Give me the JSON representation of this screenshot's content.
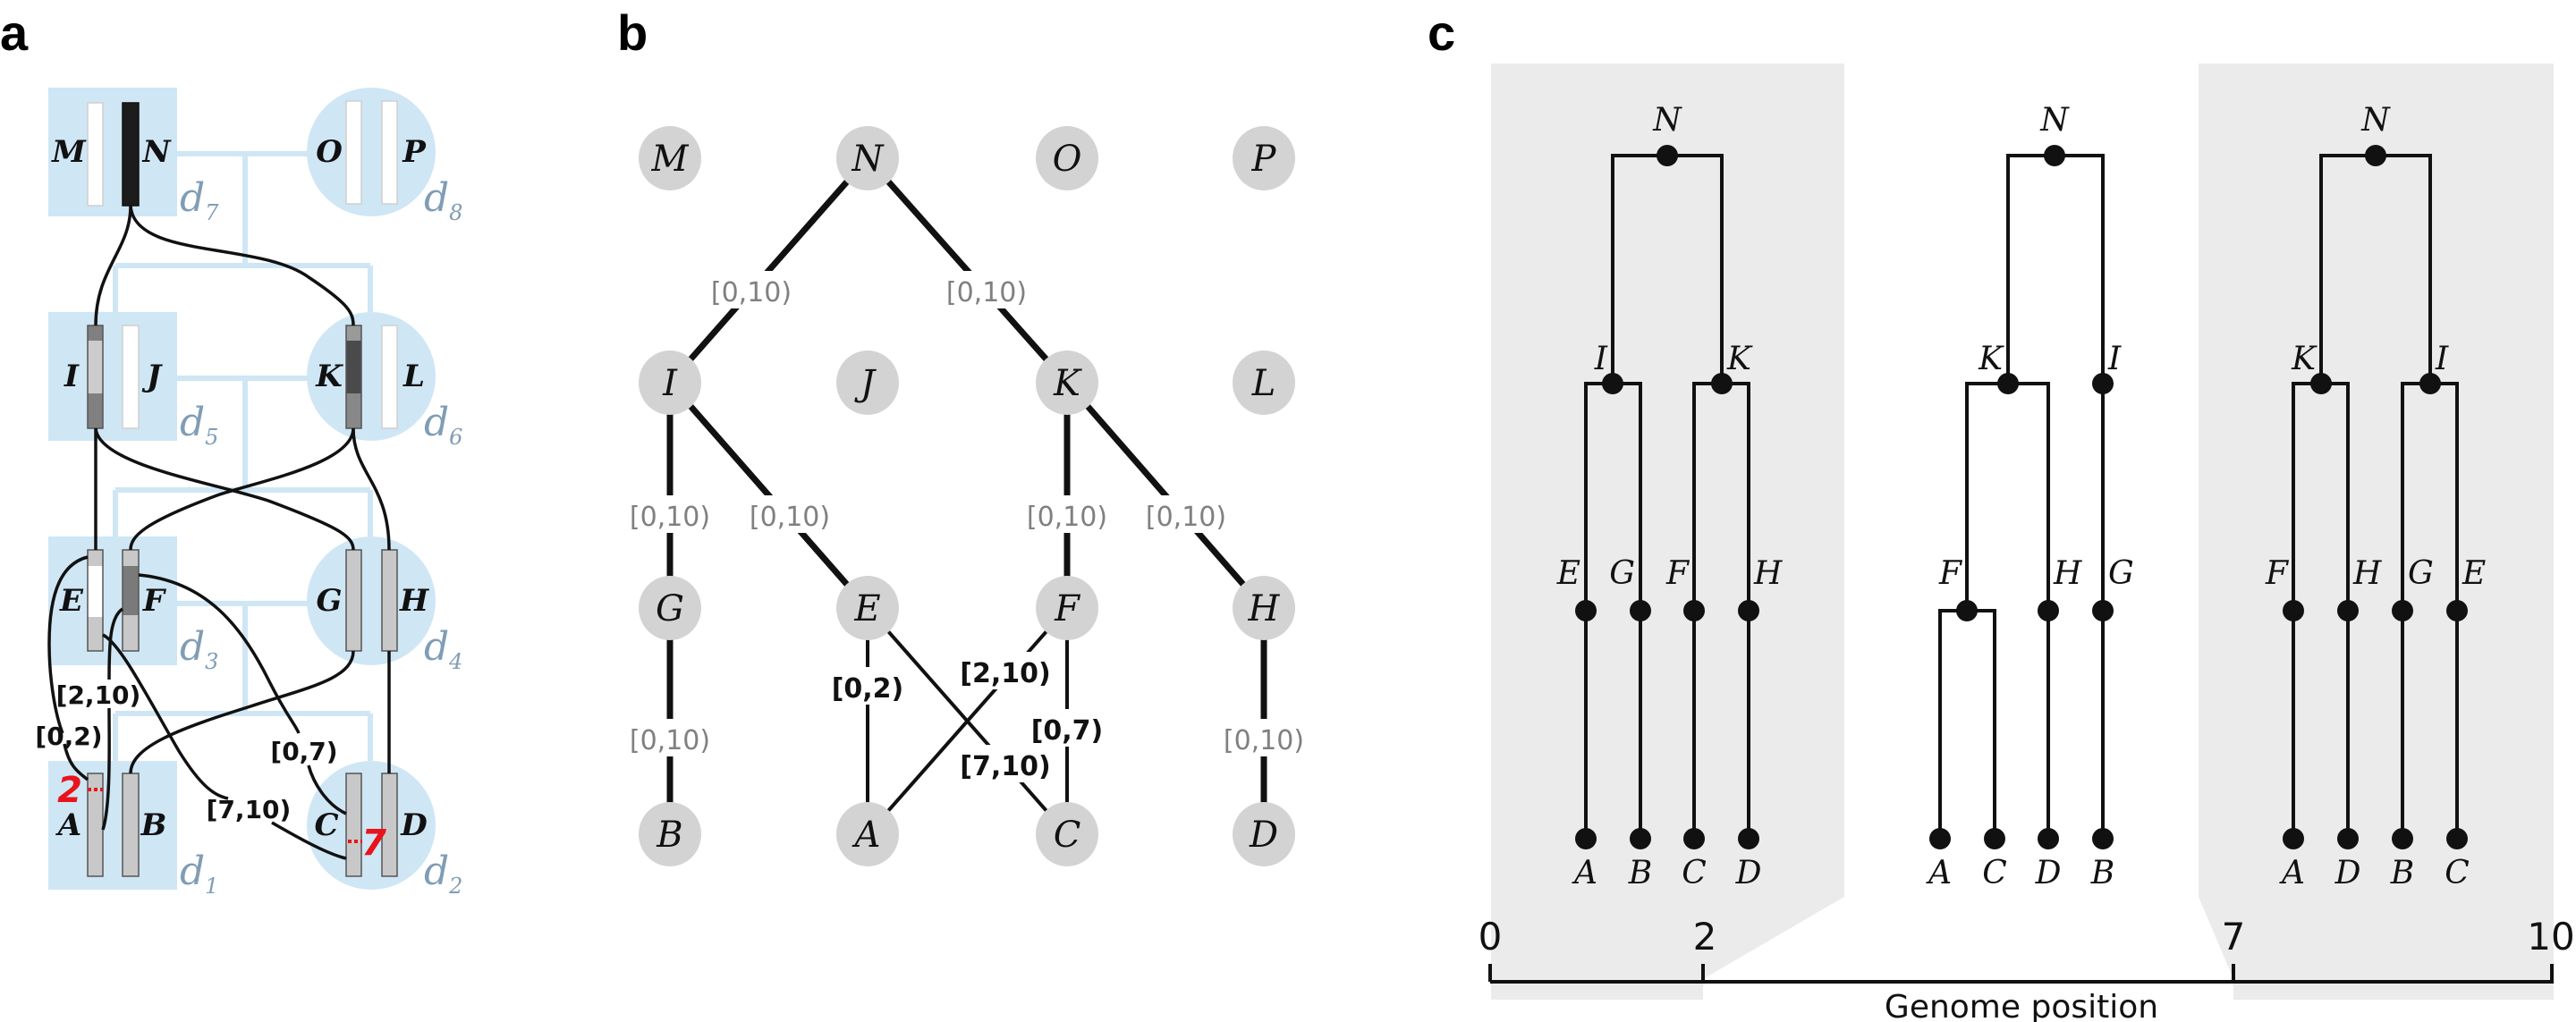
{
  "panels": {
    "a": {
      "label": "a",
      "demes": [
        {
          "id": "d7",
          "name": "d",
          "sub": "7",
          "shape": "square",
          "individuals": [
            "M",
            "N"
          ]
        },
        {
          "id": "d8",
          "name": "d",
          "sub": "8",
          "shape": "circle",
          "individuals": [
            "O",
            "P"
          ]
        },
        {
          "id": "d5",
          "name": "d",
          "sub": "5",
          "shape": "square",
          "individuals": [
            "I",
            "J"
          ]
        },
        {
          "id": "d6",
          "name": "d",
          "sub": "6",
          "shape": "circle",
          "individuals": [
            "K",
            "L"
          ]
        },
        {
          "id": "d3",
          "name": "d",
          "sub": "3",
          "shape": "square",
          "individuals": [
            "E",
            "F"
          ]
        },
        {
          "id": "d4",
          "name": "d",
          "sub": "4",
          "shape": "circle",
          "individuals": [
            "G",
            "H"
          ]
        },
        {
          "id": "d1",
          "name": "d",
          "sub": "1",
          "shape": "square",
          "individuals": [
            "A",
            "B"
          ]
        },
        {
          "id": "d2",
          "name": "d",
          "sub": "2",
          "shape": "circle",
          "individuals": [
            "C",
            "D"
          ]
        }
      ],
      "nodes": [
        "M",
        "N",
        "O",
        "P",
        "I",
        "J",
        "K",
        "L",
        "E",
        "F",
        "G",
        "H",
        "A",
        "B",
        "C",
        "D"
      ],
      "edge_labels": [
        "[2,10)",
        "[0,2)",
        "[0,7)",
        "[7,10)"
      ],
      "breakpoints": [
        "2",
        "7"
      ],
      "colors": {
        "deme_fill": "#cfe6f5",
        "deme_link": "#cfe6f5",
        "deme_label": "#7f9db5",
        "breakpoint": "#e8141c"
      }
    },
    "b": {
      "label": "b",
      "nodes": [
        "M",
        "N",
        "O",
        "P",
        "I",
        "J",
        "K",
        "L",
        "G",
        "E",
        "F",
        "H",
        "B",
        "A",
        "C",
        "D"
      ],
      "edges": [
        {
          "parent": "N",
          "child": "I",
          "interval": "[0,10)",
          "emphasis": false
        },
        {
          "parent": "N",
          "child": "K",
          "interval": "[0,10)",
          "emphasis": false
        },
        {
          "parent": "I",
          "child": "G",
          "interval": "[0,10)",
          "emphasis": false
        },
        {
          "parent": "I",
          "child": "E",
          "interval": "[0,10)",
          "emphasis": false
        },
        {
          "parent": "K",
          "child": "F",
          "interval": "[0,10)",
          "emphasis": false
        },
        {
          "parent": "K",
          "child": "H",
          "interval": "[0,10)",
          "emphasis": false
        },
        {
          "parent": "G",
          "child": "B",
          "interval": "[0,10)",
          "emphasis": false
        },
        {
          "parent": "E",
          "child": "A",
          "interval": "[0,2)",
          "emphasis": true
        },
        {
          "parent": "F",
          "child": "A",
          "interval": "[2,10)",
          "emphasis": true
        },
        {
          "parent": "F",
          "child": "C",
          "interval": "[0,7)",
          "emphasis": true
        },
        {
          "parent": "E",
          "child": "C",
          "interval": "[7,10)",
          "emphasis": true
        },
        {
          "parent": "H",
          "child": "D",
          "interval": "[0,10)",
          "emphasis": false
        }
      ],
      "colors": {
        "node_fill": "#d3d3d3",
        "muted_label": "#808080"
      }
    },
    "c": {
      "label": "c",
      "trees": [
        {
          "interval": "[0,2)",
          "root": "N",
          "level2": [
            "I",
            "K"
          ],
          "level3": [
            "E",
            "G",
            "F",
            "H"
          ],
          "leaves": [
            "A",
            "B",
            "C",
            "D"
          ],
          "shaded": true
        },
        {
          "interval": "[2,7)",
          "root": "N",
          "level2": [
            "K",
            "I"
          ],
          "level3": [
            "F",
            "H",
            "G"
          ],
          "leaves": [
            "A",
            "C",
            "D",
            "B"
          ],
          "shaded": false
        },
        {
          "interval": "[7,10)",
          "root": "N",
          "level2": [
            "K",
            "I"
          ],
          "level3": [
            "F",
            "H",
            "G",
            "E"
          ],
          "leaves": [
            "A",
            "D",
            "B",
            "C"
          ],
          "shaded": true
        }
      ],
      "axis": {
        "title": "Genome position",
        "ticks": [
          "0",
          "2",
          "7",
          "10"
        ],
        "range": [
          0,
          10
        ]
      },
      "colors": {
        "shade": "#ebebeb"
      }
    }
  }
}
